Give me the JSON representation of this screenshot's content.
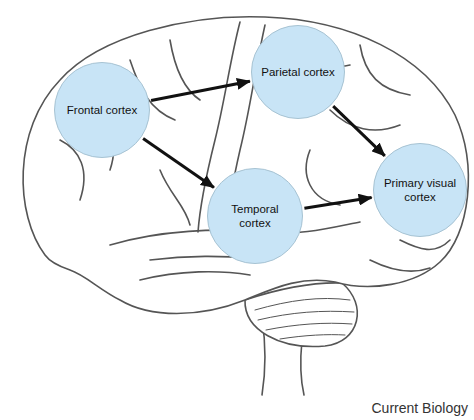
{
  "diagram": {
    "nodes": [
      {
        "text": [
          "Frontal cortex"
        ]
      },
      {
        "text": [
          "Parietal cortex"
        ]
      },
      {
        "text": [
          "Temporal cortex"
        ]
      },
      {
        "text": [
          "Primary visual cortex"
        ]
      }
    ],
    "edges": [
      {
        "from": 0,
        "to": 1,
        "arrow": "to"
      },
      {
        "from": 0,
        "to": 2,
        "arrow": "to"
      },
      {
        "from": 1,
        "to": 3,
        "arrow": "to"
      },
      {
        "from": 2,
        "to": 3,
        "arrow": "to"
      }
    ],
    "labels": [
      "Current Biology"
    ]
  }
}
